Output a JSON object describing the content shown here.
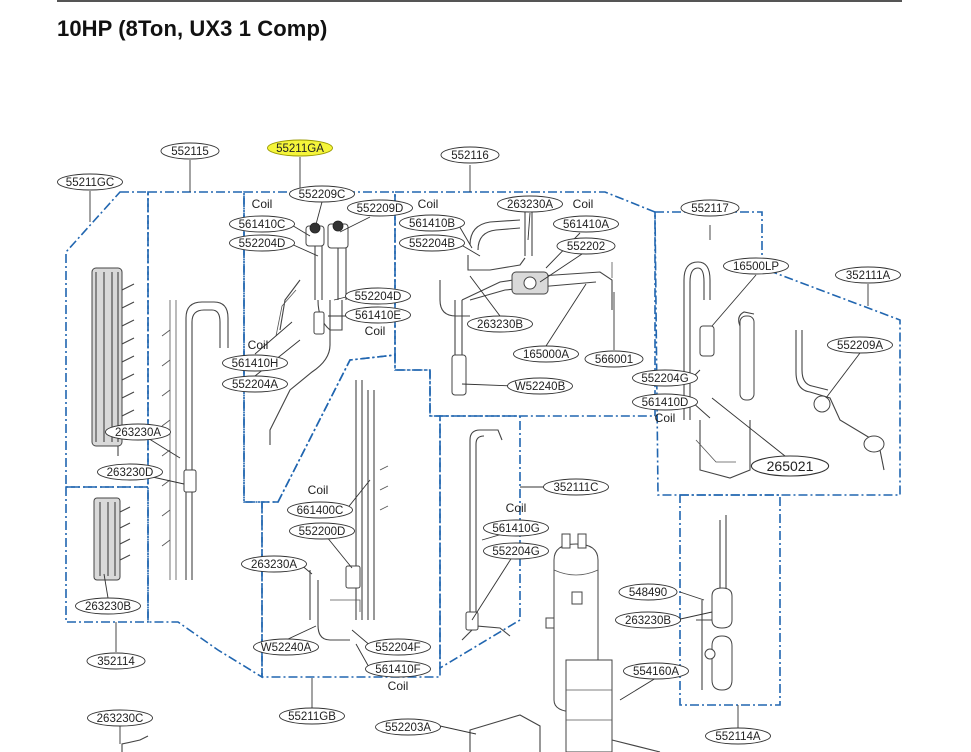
{
  "title": "10HP (8Ton, UX3 1 Comp)",
  "colors": {
    "group_outline": "#2166b0",
    "highlight": "#f5f53a"
  },
  "labels": [
    {
      "id": "l0",
      "text": "552115"
    },
    {
      "id": "l1",
      "text": "55211GA",
      "highlight": true
    },
    {
      "id": "l2",
      "text": "552116"
    },
    {
      "id": "l3",
      "text": "55211GC"
    },
    {
      "id": "l4",
      "text": "552209C"
    },
    {
      "id": "l5",
      "text": "552209D"
    },
    {
      "id": "l6",
      "text": "561410C"
    },
    {
      "id": "l7",
      "text": "552204D"
    },
    {
      "id": "l8",
      "text": "561410B"
    },
    {
      "id": "l9",
      "text": "263230A"
    },
    {
      "id": "l10",
      "text": "561410A"
    },
    {
      "id": "l11",
      "text": "552204B"
    },
    {
      "id": "l12",
      "text": "552202"
    },
    {
      "id": "l13",
      "text": "552117"
    },
    {
      "id": "l14",
      "text": "16500LP"
    },
    {
      "id": "l15",
      "text": "352111A"
    },
    {
      "id": "l16",
      "text": "552204D"
    },
    {
      "id": "l17",
      "text": "561410E"
    },
    {
      "id": "l18",
      "text": "263230B"
    },
    {
      "id": "l19",
      "text": "165000A"
    },
    {
      "id": "l20",
      "text": "566001"
    },
    {
      "id": "l21",
      "text": "552209A"
    },
    {
      "id": "l22",
      "text": "561410H"
    },
    {
      "id": "l23",
      "text": "552204A"
    },
    {
      "id": "l24",
      "text": "W52240B"
    },
    {
      "id": "l25",
      "text": "552204G"
    },
    {
      "id": "l26",
      "text": "561410D"
    },
    {
      "id": "l27",
      "text": "263230A"
    },
    {
      "id": "l28",
      "text": "263230D"
    },
    {
      "id": "l29",
      "text": "265021",
      "big": true
    },
    {
      "id": "l30",
      "text": "352111C"
    },
    {
      "id": "l31",
      "text": "661400C"
    },
    {
      "id": "l32",
      "text": "561410G"
    },
    {
      "id": "l33",
      "text": "552200D"
    },
    {
      "id": "l34",
      "text": "552204G"
    },
    {
      "id": "l35",
      "text": "263230A"
    },
    {
      "id": "l36",
      "text": "263230B"
    },
    {
      "id": "l37",
      "text": "548490"
    },
    {
      "id": "l38",
      "text": "263230B"
    },
    {
      "id": "l39",
      "text": "552204F"
    },
    {
      "id": "l40",
      "text": "W52240A"
    },
    {
      "id": "l41",
      "text": "561410F"
    },
    {
      "id": "l42",
      "text": "352114"
    },
    {
      "id": "l43",
      "text": "554160A"
    },
    {
      "id": "l44",
      "text": "55211GB"
    },
    {
      "id": "l45",
      "text": "263230C"
    },
    {
      "id": "l46",
      "text": "552203A"
    },
    {
      "id": "l47",
      "text": "552114A"
    }
  ],
  "coil_notes": [
    {
      "id": "c0",
      "text": "Coil"
    },
    {
      "id": "c1",
      "text": "Coil"
    },
    {
      "id": "c2",
      "text": "Coil"
    },
    {
      "id": "c3",
      "text": "Coil"
    },
    {
      "id": "c4",
      "text": "Coil"
    },
    {
      "id": "c5",
      "text": "Coil"
    },
    {
      "id": "c6",
      "text": "Coil"
    },
    {
      "id": "c7",
      "text": "Coil"
    },
    {
      "id": "c8",
      "text": "Coil"
    }
  ]
}
